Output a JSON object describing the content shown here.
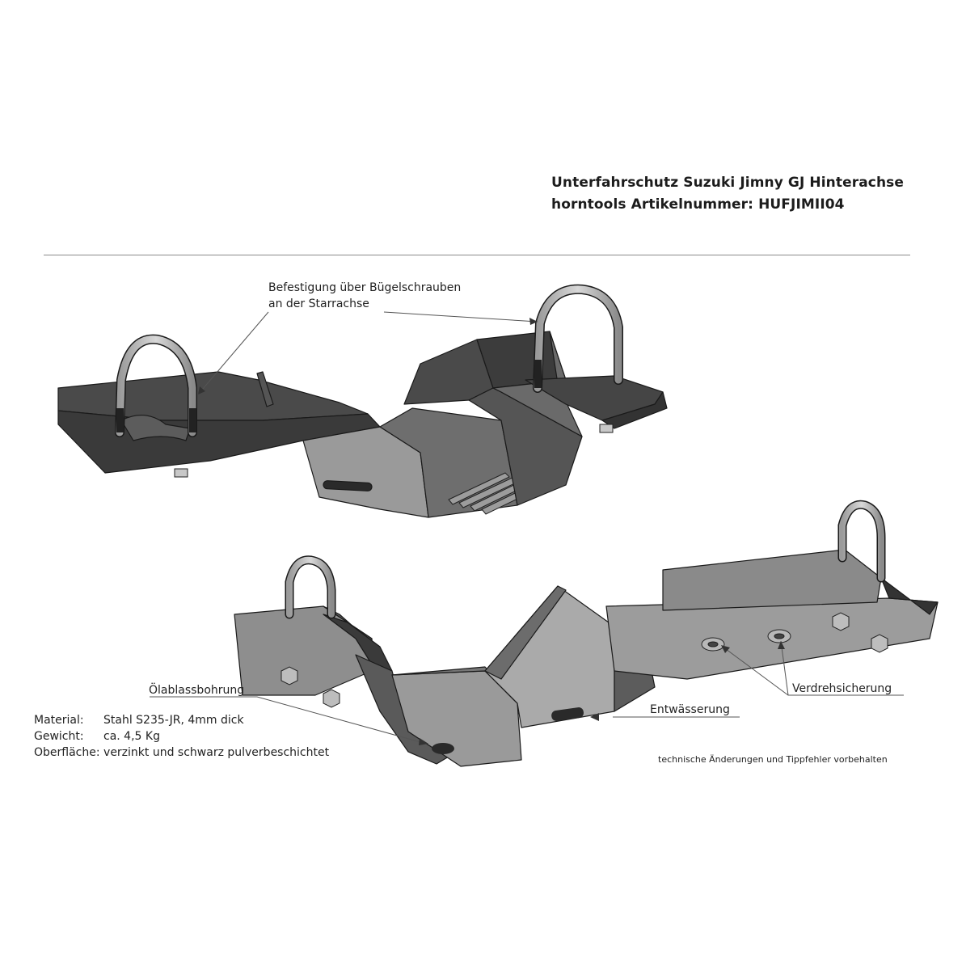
{
  "header": {
    "title_line1": "Unterfahrschutz Suzuki Jimny GJ Hinterachse",
    "title_line2": "horntools Artikelnummer: HUFJIMII04"
  },
  "callouts": {
    "mount_line1": "Befestigung über Bügelschrauben",
    "mount_line2": "an der Starrachse",
    "drain_plug": "Ölablassbohrung",
    "drainage": "Entwässerung",
    "anti_twist": "Verdrehsicherung"
  },
  "specs": {
    "material_label": "Material:",
    "material_value": "Stahl S235-JR, 4mm dick",
    "weight_label": "Gewicht:",
    "weight_value": "ca. 4,5 Kg",
    "surface_label": "Oberfläche:",
    "surface_value": "verzinkt und schwarz pulverbeschichtet"
  },
  "disclaimer": "technische Änderungen und Tippfehler  vorbehalten",
  "colors": {
    "plate_dark": "#3f3f3f",
    "plate_mid": "#5a5a5a",
    "plate_light": "#8a8a8a",
    "bolt_steel": "#b8b8b8"
  }
}
